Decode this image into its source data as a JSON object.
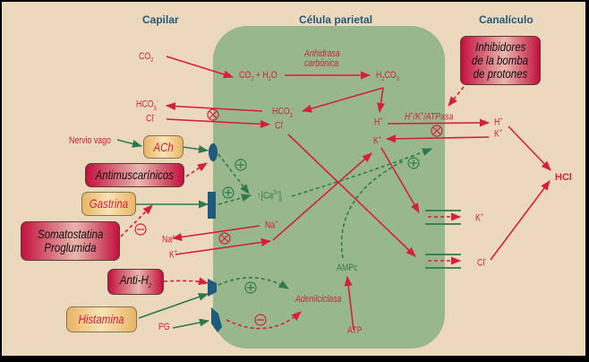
{
  "headers": {
    "capillary": "Capilar",
    "parietal_cell": "Célula parietal",
    "canaliculus": "Canalículo"
  },
  "labels": {
    "co2_capillary": "CO2",
    "co2_h2o": "CO2 + H2O",
    "carbonic_anhydrase_1": "Anhidrasa",
    "carbonic_anhydrase_2": "carbónica",
    "h2co3": "H2CO3",
    "hco3_capillary": "HCO3-",
    "cl_capillary": "Cl-",
    "hco3_cell": "HCO3-",
    "cl_cell": "Cl-",
    "h_cell": "H+",
    "k_cell": "K+",
    "atpase": "H+/K+/ATPasa",
    "h_canaliculus": "H+",
    "k_canaliculus": "K+",
    "hcl": "HCl",
    "vagus_nerve": "Nervio vago",
    "calcium": "↑[Ca2+]i",
    "na_cell": "Na+",
    "na_capillary": "Na+",
    "k_capillary": "K+",
    "k_channel": "K+",
    "cl_channel": "Cl-",
    "ampc": "AMPc",
    "adenylcyclase": "Adenilciclasa",
    "atp": "ATP",
    "pg": "PG"
  },
  "boxes": {
    "ach": "ACh",
    "antimuscarinics": "Antimuscarínicos",
    "gastrin": "Gastrina",
    "somatostatin_1": "Somatostatina",
    "somatostatin_2": "Proglumida",
    "anti_h2": "Anti-H2",
    "histamine": "Histamina",
    "ppi_1": "Inhibidores",
    "ppi_2": "de la bomba",
    "ppi_3": "de protones"
  },
  "symbols": {
    "plus": "+",
    "minus": "−",
    "inhibit": "×"
  },
  "colors": {
    "background": "#ecd8bc",
    "cell": "#98b78c",
    "red": "#d4203a",
    "green": "#2e7a4e",
    "receptor": "#1f5a7d",
    "header": "#1f5a7d"
  }
}
